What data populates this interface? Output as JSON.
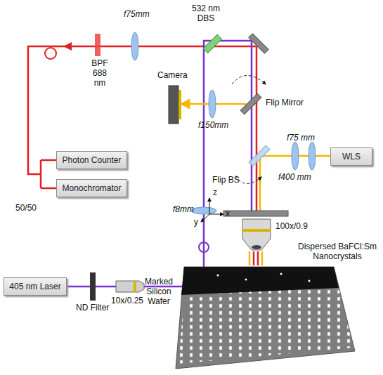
{
  "diagram": {
    "nodes": [
      {
        "text": [
          "Photon Counter"
        ]
      },
      {
        "text": [
          "Monochromator"
        ]
      },
      {
        "text": [
          "405 nm Laser"
        ]
      },
      {
        "text": [
          "WLS"
        ]
      }
    ],
    "labels": [
      "f75mm",
      "532 nm DBS",
      "BPF 688 nm",
      "Camera",
      "Flip Mirror",
      "f150mm",
      "f75 mm",
      "f400 mm",
      "Flip BS",
      "50/50",
      "f8mm",
      "ND Filter",
      "10x/0.25",
      "100x/0.9",
      "z",
      "x",
      "y",
      "Dispersed BaFCl:Sm Nanocrystals",
      "Marked Silicon Wafer"
    ]
  }
}
